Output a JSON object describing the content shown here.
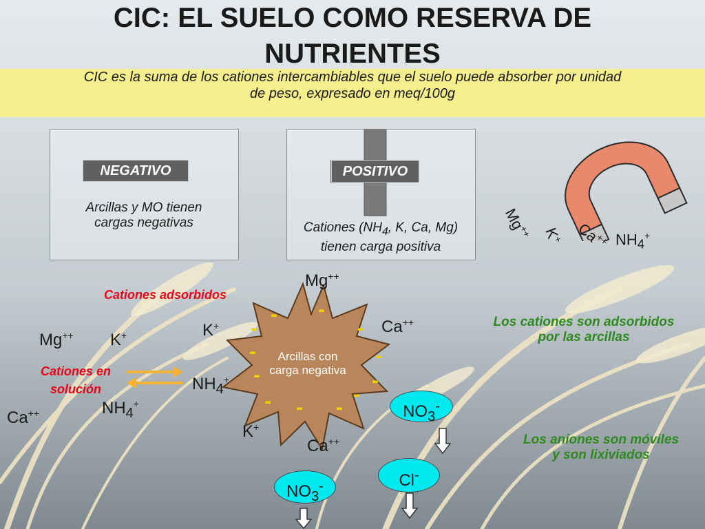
{
  "title": {
    "line1": "CIC: EL SUELO COMO RESERVA DE",
    "line2": "NUTRIENTES"
  },
  "definition": {
    "line1": "CIC es la suma de los cationes intercambiables que el suelo puede absorber por unidad",
    "line2": "de peso, expresado en meq/100g"
  },
  "negative_box": {
    "label": "NEGATIVO",
    "line1": "Arcillas y MO tienen",
    "line2": "cargas negativas"
  },
  "positive_box": {
    "label": "POSITIVO",
    "line1_pre": "Cationes (NH",
    "line1_sub": "4",
    "line1_post": ", K, Ca, Mg)",
    "line2": "tienen carga positiva"
  },
  "magnet": {
    "mg": "Mg",
    "mg_sup": "++",
    "k": "K",
    "k_sup": "+",
    "ca": "Ca",
    "ca_sup": "++",
    "nh": "NH",
    "nh_sub": "4",
    "nh_sup": "+"
  },
  "adsorbed": {
    "title": "Cationes adsorbidos",
    "mg": "Mg",
    "mg_sup": "++",
    "k1": "K",
    "k1_sup": "+",
    "ca1": "Ca",
    "ca1_sup": "++",
    "nh": "NH",
    "nh_sub": "4",
    "nh_sup": "+",
    "k2": "K",
    "k2_sup": "+",
    "ca2": "Ca",
    "ca2_sup": "++"
  },
  "clay": {
    "line1": "Arcillas con",
    "line2": "carga negativa",
    "minus": "-"
  },
  "solution": {
    "title_line1": "Cationes en",
    "title_line2": "solución",
    "mg": "Mg",
    "mg_sup": "++",
    "k": "K",
    "k_sup": "+",
    "ca": "Ca",
    "ca_sup": "++",
    "nh": "NH",
    "nh_sub": "4",
    "nh_sup": "+"
  },
  "notes": {
    "cations_line1": "Los cationes son adsorbidos",
    "cations_line2": "por las arcillas",
    "anions_line1": "Los aniones son móviles",
    "anions_line2": "y son lixiviados"
  },
  "anions": {
    "no3_a": "NO",
    "no3_a_sub": "3",
    "no3_a_sup": "-",
    "cl": "Cl",
    "cl_sup": "-",
    "no3_b": "NO",
    "no3_b_sub": "3",
    "no3_b_sup": "-"
  },
  "colors": {
    "definition_bg": "#f6ef8e",
    "red_text": "#e3061a",
    "green_text": "#2e8a1f",
    "anion_oval": "#00e8f0",
    "arrow_orange": "#f7b233",
    "magnet_body": "#e9896b",
    "clay_fill": "#b8865a"
  }
}
